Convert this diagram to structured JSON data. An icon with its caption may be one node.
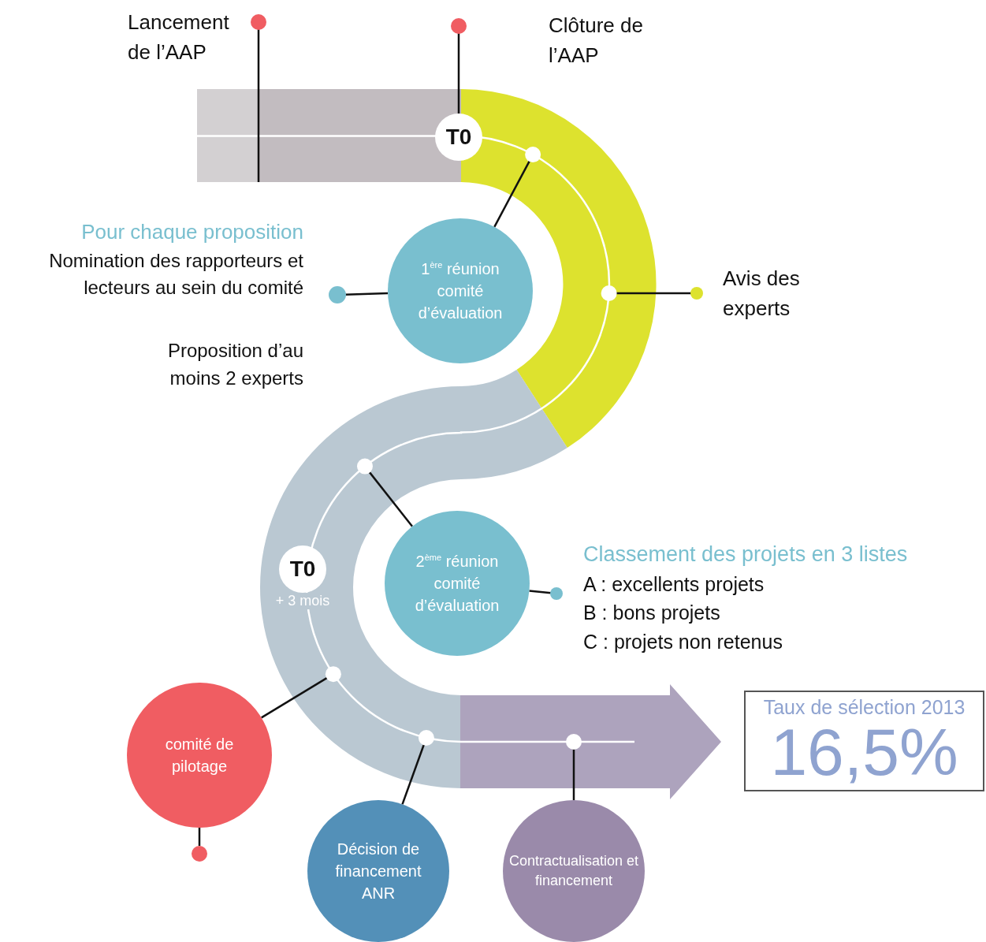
{
  "diagram": {
    "nodes": [
      {
        "text": [
          "Lancement de l’AAP"
        ]
      },
      {
        "text": [
          "Clôture de l’AAP"
        ]
      },
      {
        "text": [
          "T0"
        ]
      },
      {
        "text": [
          "1$^{ère}$ réunion comité d’évaluation"
        ]
      },
      {
        "text": [
          "Pour chaque proposition",
          "Nomination des rapporteurs et lecteurs au sein du comité"
        ]
      },
      {
        "text": [
          "Avis des experts"
        ]
      },
      {
        "text": [
          "T0"
        ],
        "beside": [
          "+ 3 mois"
        ]
      },
      {
        "text": [
          "2$^{ème}$ réunion comité d’évaluation"
        ]
      },
      {
        "text": [
          "Classement des projets en 3 listes",
          "A : excellents projets",
          "B : bons projets",
          "C : projets non retenus"
        ]
      },
      {
        "text": [
          "comité de pilotage"
        ]
      },
      {
        "text": [
          "Décision de financement ANR"
        ]
      },
      {
        "text": [
          "Contractualisation et financement"
        ]
      },
      {
        "text": [
          "Taux de sélection 2013",
          "16,5%"
        ]
      }
    ],
    "edges": [
      {
        "from": 0,
        "to": null,
        "arrow": "none"
      },
      {
        "from": 1,
        "to": 2,
        "arrow": "none"
      },
      {
        "from": 3,
        "to": null,
        "arrow": "none"
      },
      {
        "from": 4,
        "to": 3,
        "arrow": "none"
      },
      {
        "from": 5,
        "to": null,
        "arrow": "none"
      },
      {
        "from": 7,
        "to": null,
        "arrow": "none"
      },
      {
        "from": 8,
        "to": 7,
        "arrow": "none"
      },
      {
        "from": 9,
        "to": null,
        "arrow": "none"
      },
      {
        "from": 9,
        "to": null,
        "arrow": "none"
      },
      {
        "from": 10,
        "to": null,
        "arrow": "none"
      },
      {
        "from": 11,
        "to": null,
        "arrow": "none"
      }
    ],
    "labels": [
      "Proposition d’au moins 2 experts"
    ]
  }
}
